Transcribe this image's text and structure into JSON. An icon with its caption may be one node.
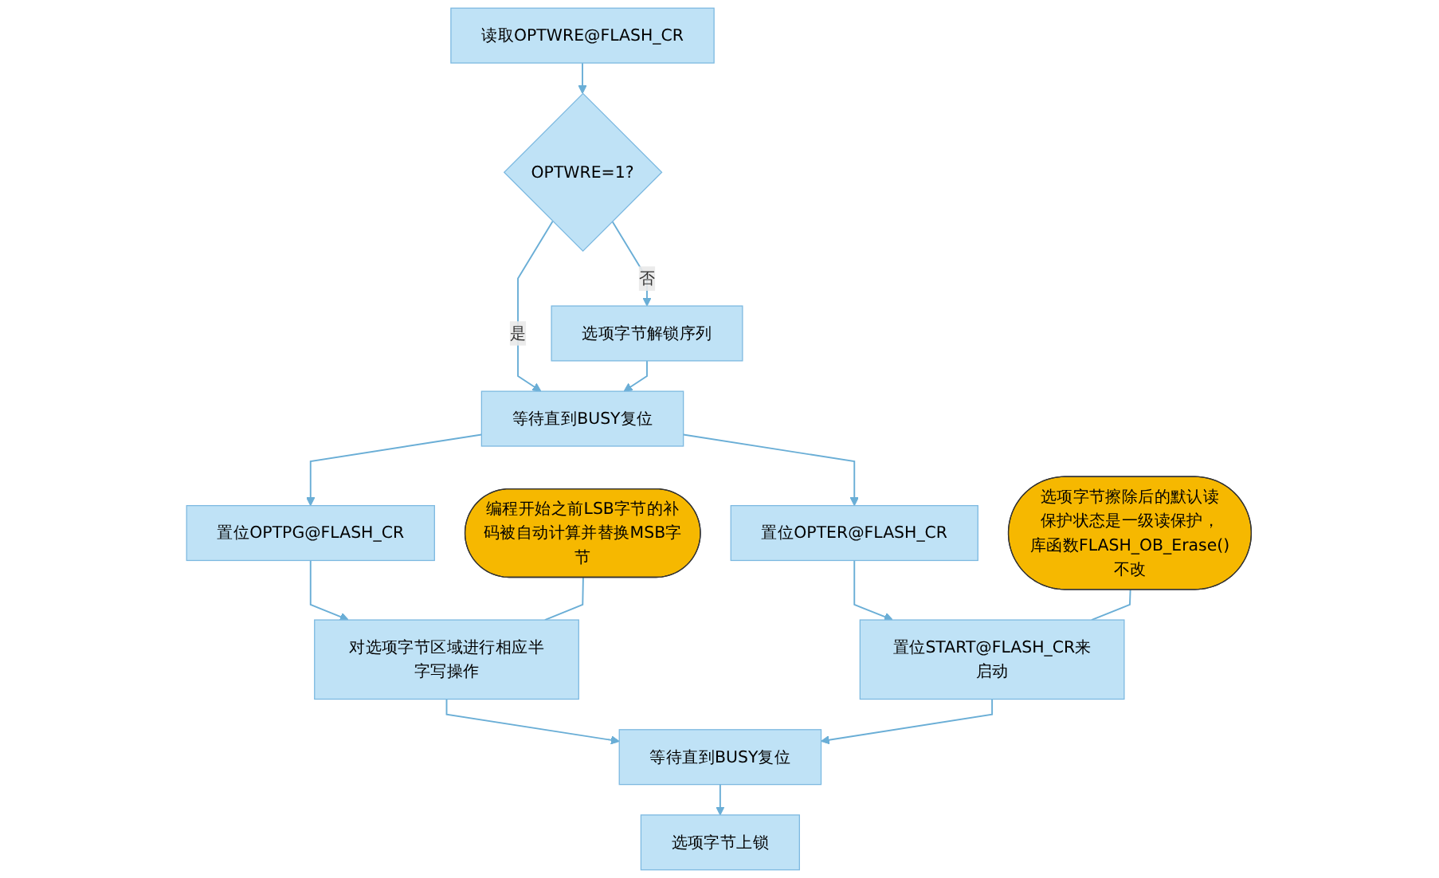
{
  "diagram": {
    "nodes": [
      {
        "text": [
          "读取OPTWRE@FLASH_CR"
        ]
      },
      {
        "text": [
          "OPTWRE=1?"
        ]
      },
      {
        "text": [
          "选项字节解锁序列"
        ]
      },
      {
        "text": [
          "等待直到BUSY复位"
        ]
      },
      {
        "text": [
          "置位OPTPG@FLASH_CR"
        ]
      },
      {
        "text": [
          "置位OPTER@FLASH_CR"
        ]
      },
      {
        "text": [
          "对选项字节区域进行相应半字写操作"
        ]
      },
      {
        "text": [
          "置位START@FLASH_CR来启动"
        ]
      },
      {
        "text": [
          "等待直到BUSY复位"
        ]
      },
      {
        "text": [
          "选项字节上锁"
        ]
      },
      {
        "text": [
          "编程开始之前LSB字节的补码被自动计算并替换MSB字节"
        ]
      },
      {
        "text": [
          "选项字节擦除后的默认读保护状态是一级读保护，库函数FLASH_OB_Erase()不改"
        ]
      }
    ],
    "edges": [
      {
        "from": 0,
        "to": 1,
        "arrow": "to"
      },
      {
        "from": 1,
        "to": 2,
        "arrow": "to",
        "label": "否"
      },
      {
        "from": 1,
        "to": 3,
        "arrow": "to",
        "label": "是"
      },
      {
        "from": 2,
        "to": 3,
        "arrow": "to"
      },
      {
        "from": 3,
        "to": 4,
        "arrow": "to"
      },
      {
        "from": 3,
        "to": 5,
        "arrow": "to"
      },
      {
        "from": 4,
        "to": 6,
        "arrow": "to"
      },
      {
        "from": 5,
        "to": 7,
        "arrow": "to"
      },
      {
        "from": 6,
        "to": 8,
        "arrow": "to"
      },
      {
        "from": 7,
        "to": 8,
        "arrow": "to"
      },
      {
        "from": 8,
        "to": 9,
        "arrow": "to"
      },
      {
        "from": 10,
        "to": 6,
        "arrow": "none"
      },
      {
        "from": 11,
        "to": 7,
        "arrow": "none"
      }
    ]
  }
}
